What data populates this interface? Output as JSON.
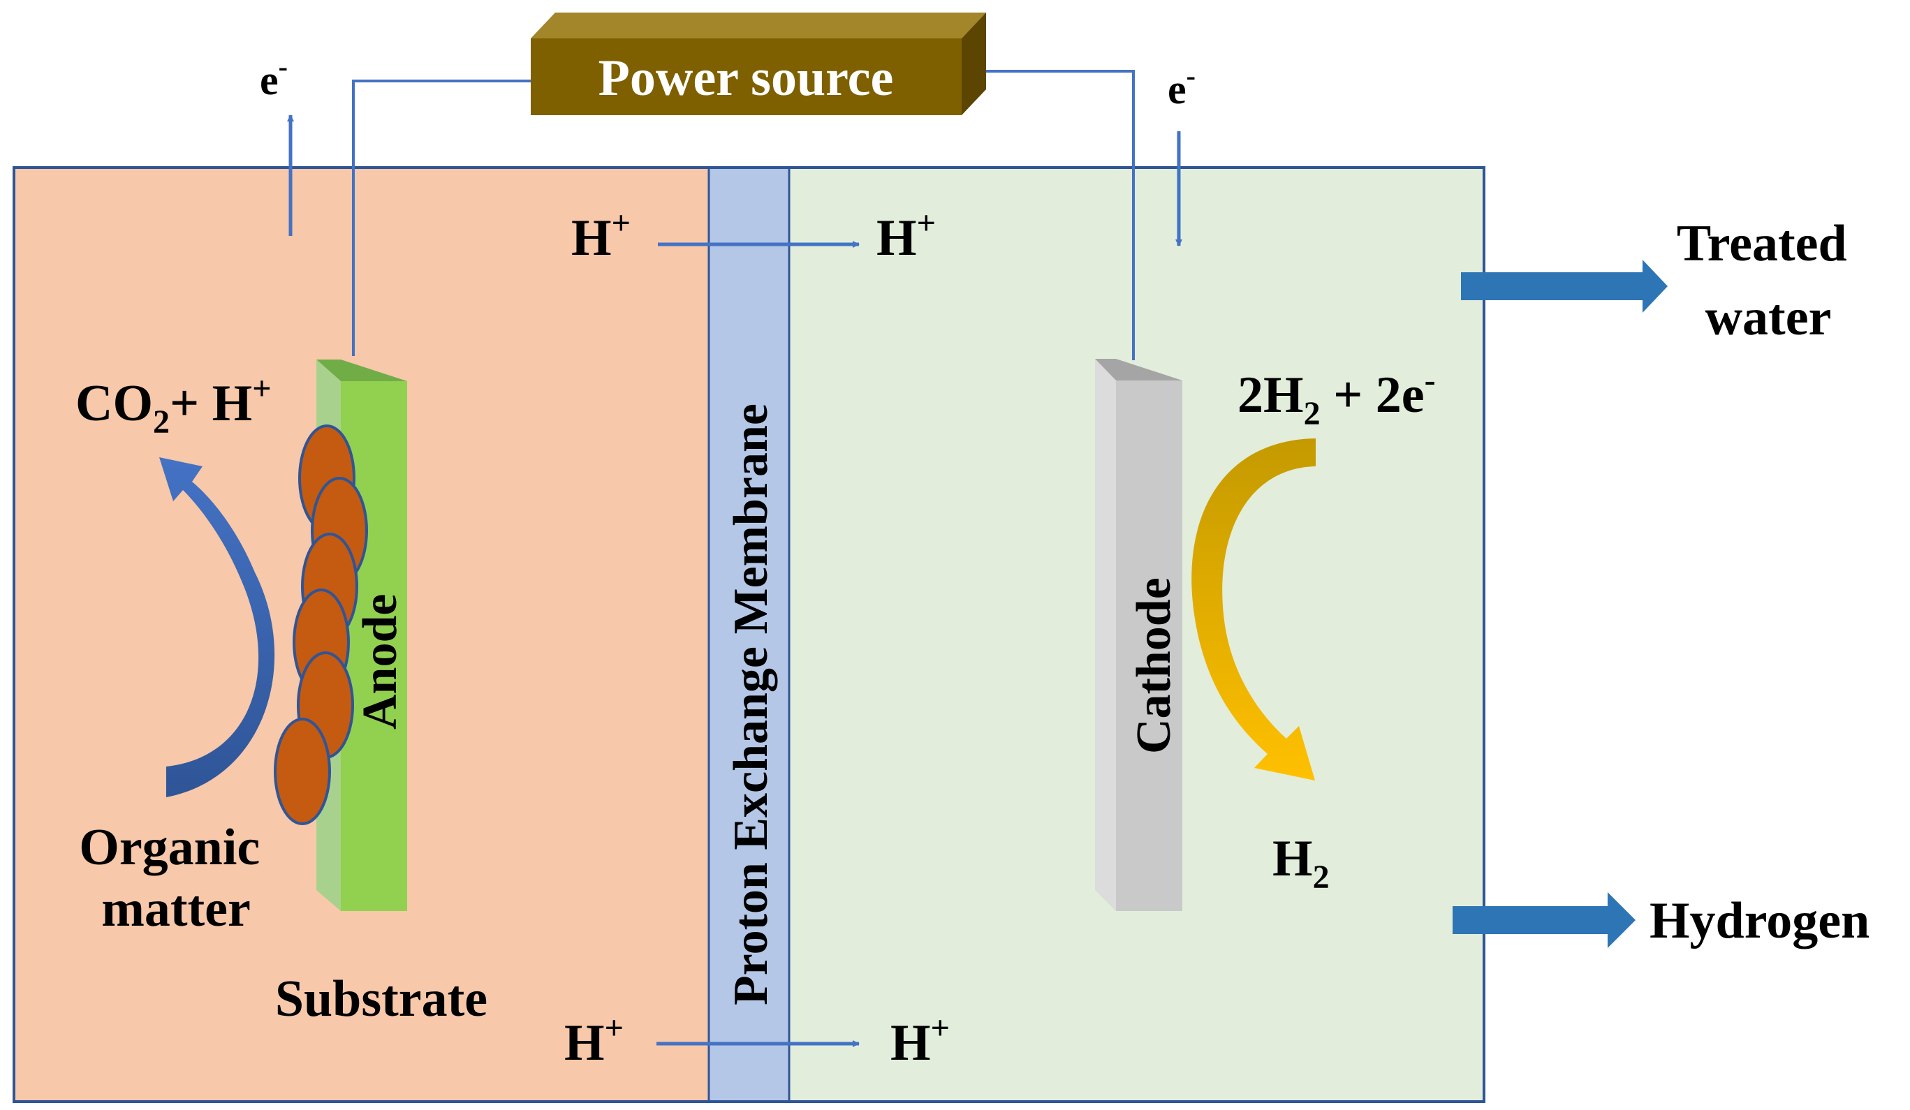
{
  "labels": {
    "power_source": "Power source",
    "electron": "e",
    "electron_sup": "-",
    "proton": "H",
    "proton_sup": "+",
    "membrane": "Proton Exchange Membrane",
    "anode": "Anode",
    "cathode": "Cathode",
    "anode_product_1": "CO",
    "anode_product_sub": "2",
    "anode_product_2": "+ H",
    "anode_product_sup": "+",
    "organic_line1": "Organic",
    "organic_line2": "matter",
    "substrate": "Substrate",
    "cathode_reactant_1": "2H",
    "cathode_reactant_sub": "2",
    "cathode_reactant_2": " + 2e",
    "cathode_reactant_sup": "-",
    "cathode_product": "H",
    "cathode_product_sub": "2",
    "treated_line1": "Treated",
    "treated_line2": "water",
    "hydrogen": "Hydrogen"
  },
  "colors": {
    "anode_chamber": "#f7c8a9",
    "cathode_chamber": "#e2eedb",
    "membrane": "#b4c7e7",
    "border": "#2f5597",
    "wire": "#4472c4",
    "power_front": "#7f6000",
    "power_top": "#a3852a",
    "power_side": "#5c4500",
    "anode_front": "#92d050",
    "anode_top": "#70ad47",
    "cathode_front": "#c9c9c9",
    "cathode_top": "#a5a5a5",
    "bacteria": "#c55a11",
    "anode_arrow": "#4472c4",
    "cathode_arrow": "#ffc000",
    "outflow_arrow": "#2e75b6"
  }
}
